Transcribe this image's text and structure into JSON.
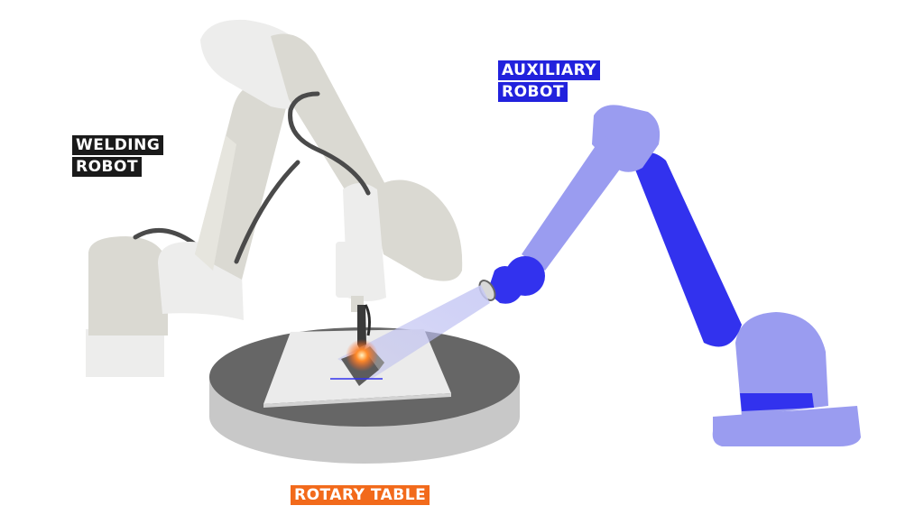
{
  "labels": {
    "welding_robot": [
      "WELDING",
      "ROBOT"
    ],
    "auxiliary_robot": [
      "AUXILIARY",
      "ROBOT"
    ],
    "rotary_table": "ROTARY TABLE"
  },
  "colors": {
    "welding_label_bg": "#1a1a1a",
    "auxiliary_label_bg": "#2222dd",
    "rotary_label_bg": "#f26a1b",
    "welding_robot_light": "#ededec",
    "welding_robot_mid": "#dad9d2",
    "cable": "#4a4a4a",
    "aux_robot_light": "#9a9cf0",
    "aux_robot_dark": "#3232ee",
    "table_top": "#666666",
    "table_side": "#c8c8c8",
    "plate": "#ebebeb",
    "spark": "#ff5a1a"
  }
}
